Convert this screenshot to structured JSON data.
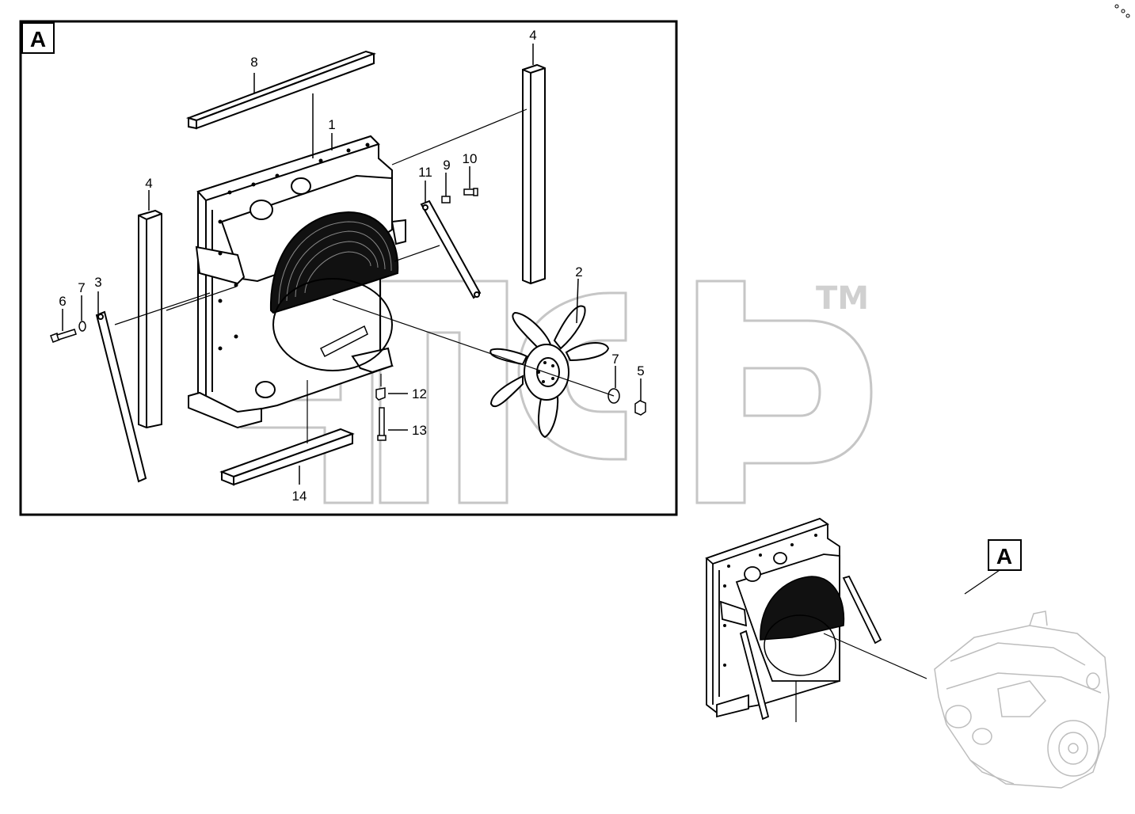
{
  "view_label": "A",
  "locator_label": "A",
  "watermark": {
    "text": "TM"
  },
  "callouts": [
    {
      "id": "c1",
      "text": "1"
    },
    {
      "id": "c2",
      "text": "2"
    },
    {
      "id": "c3",
      "text": "3"
    },
    {
      "id": "c4a",
      "text": "4"
    },
    {
      "id": "c4b",
      "text": "4"
    },
    {
      "id": "c5",
      "text": "5"
    },
    {
      "id": "c6",
      "text": "6"
    },
    {
      "id": "c7a",
      "text": "7"
    },
    {
      "id": "c7b",
      "text": "7"
    },
    {
      "id": "c8",
      "text": "8"
    },
    {
      "id": "c9",
      "text": "9"
    },
    {
      "id": "c10",
      "text": "10"
    },
    {
      "id": "c11",
      "text": "11"
    },
    {
      "id": "c12",
      "text": "12"
    },
    {
      "id": "c13",
      "text": "13"
    },
    {
      "id": "c14",
      "text": "14"
    }
  ],
  "colors": {
    "line": "#000000",
    "background": "#ffffff",
    "watermark": "#c8c8c8",
    "engine": "#bdbdbd"
  }
}
